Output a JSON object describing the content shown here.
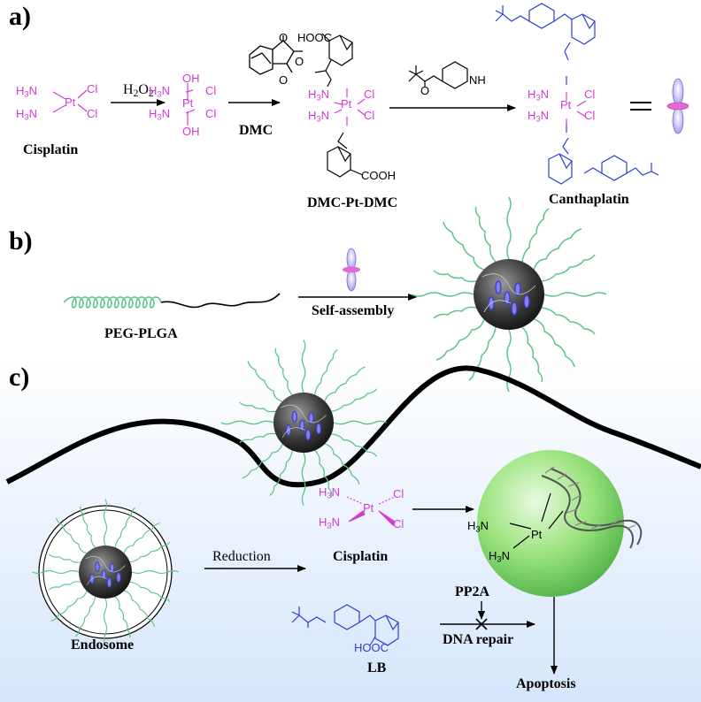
{
  "panels": {
    "a": "a)",
    "b": "b)",
    "c": "c)"
  },
  "section_a": {
    "cisplatin_label": "Cisplatin",
    "h2o2": "H2O2",
    "dmc_label": "DMC",
    "dmc_pt_dmc_label": "DMC-Pt-DMC",
    "canthaplatin_label": "Canthaplatin",
    "equals": "═",
    "chem": {
      "h3n": "H3N",
      "cl": "Cl",
      "pt": "Pt",
      "oh": "OH",
      "cooh": "COOH",
      "hooc": "HOOC",
      "nh": "NH",
      "n": "N",
      "o": "O"
    }
  },
  "section_b": {
    "peg_plga_label": "PEG-PLGA",
    "self_assembly_label": "Self-assembly"
  },
  "section_c": {
    "reduction_label": "Reduction",
    "cisplatin_label": "Cisplatin",
    "endosome_label": "Endosome",
    "lb_label": "LB",
    "pp2a_label": "PP2A",
    "dna_repair_label": "DNA repair",
    "apoptosis_label": "Apoptosis",
    "nucleus_chem": {
      "h3n": "H3N",
      "pt": "Pt"
    }
  },
  "colors": {
    "platinum_magenta": "#d43bd6",
    "canth_blue": "#2b3fd6",
    "peg_green": "#5cc48a",
    "background_gradient_bottom": "#dbe9fb",
    "nucleus_green": "#8ee06e"
  }
}
